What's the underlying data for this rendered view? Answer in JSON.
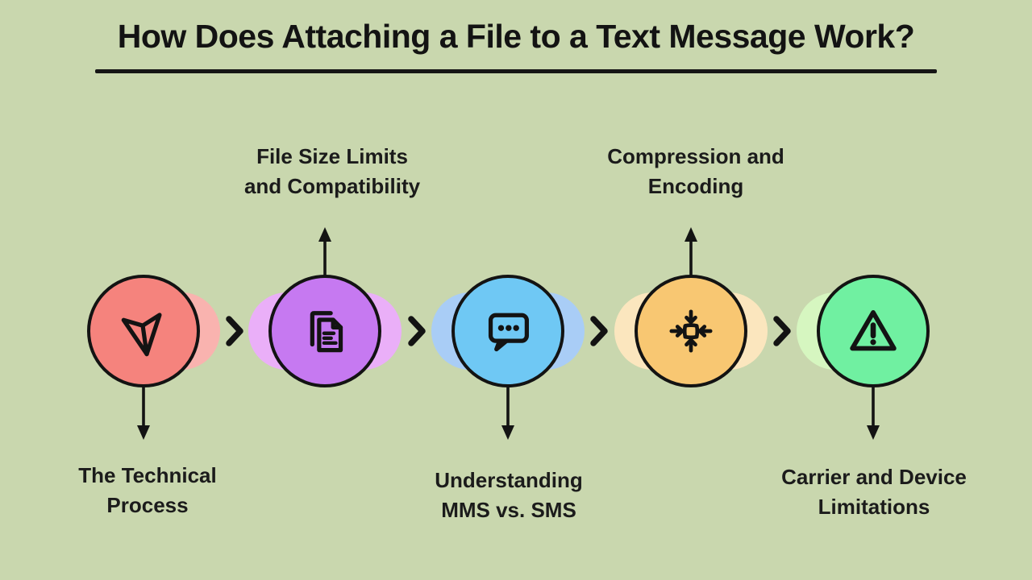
{
  "title": {
    "text": "How Does Attaching a File to a Text Message Work?"
  },
  "colors": {
    "background": "#C9D7AE",
    "ink": "#131313"
  },
  "steps": [
    {
      "name": "the-technical-process",
      "icon": "paper-plane-send-icon",
      "label_lines": [
        "The Technical",
        "Process"
      ],
      "label_position": "below",
      "fill_color": "#F5837D",
      "blob_color": "#F9B3AF"
    },
    {
      "name": "file-size-limits-and-compatibility",
      "icon": "document-pages-icon",
      "label_lines": [
        "File Size Limits",
        "and Compatibility"
      ],
      "label_position": "above",
      "fill_color": "#C679F1",
      "blob_color": "#EAAFF8"
    },
    {
      "name": "understanding-mms-vs-sms",
      "icon": "chat-bubble-icon",
      "label_lines": [
        "Understanding",
        "MMS vs. SMS"
      ],
      "label_position": "below",
      "fill_color": "#6FC8F4",
      "blob_color": "#A9CDF6"
    },
    {
      "name": "compression-and-encoding",
      "icon": "compress-icon",
      "label_lines": [
        "Compression and",
        "Encoding"
      ],
      "label_position": "above",
      "fill_color": "#F8C772",
      "blob_color": "#FBE6BE"
    },
    {
      "name": "carrier-and-device-limitations",
      "icon": "warning-triangle-icon",
      "label_lines": [
        "Carrier and Device",
        "Limitations"
      ],
      "label_position": "below",
      "fill_color": "#70F0A1",
      "blob_color": "#D6F6C0"
    }
  ],
  "flow": {
    "chevron_count": 4,
    "direction": "left-to-right"
  }
}
